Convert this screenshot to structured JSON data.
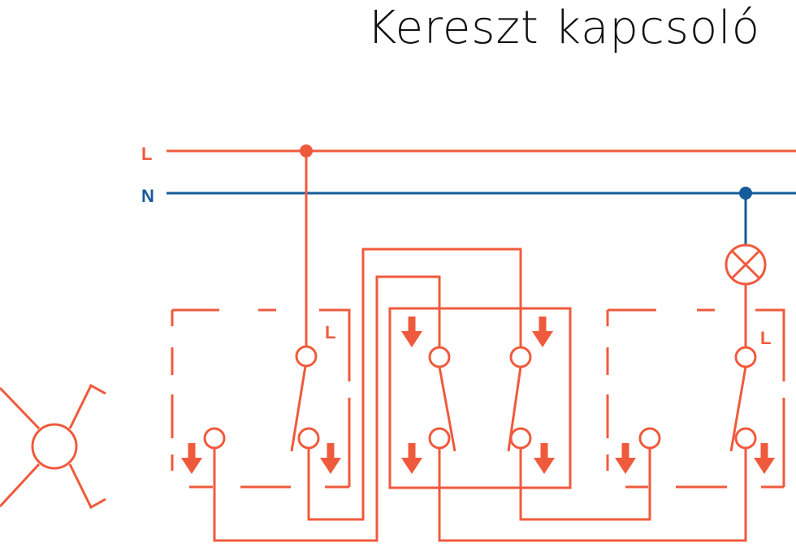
{
  "title": "Kereszt kapcsoló",
  "lines": {
    "phase_label": "L",
    "neutral_label": "N"
  },
  "switches": {
    "left_terminal_label": "L",
    "right_terminal_label": "L"
  },
  "colors": {
    "phase": "#f05a3c",
    "neutral": "#155b9b",
    "title": "#111111"
  },
  "icons": [
    "lamp-icon",
    "switch-symbol-icon",
    "arrow-down-icon"
  ]
}
